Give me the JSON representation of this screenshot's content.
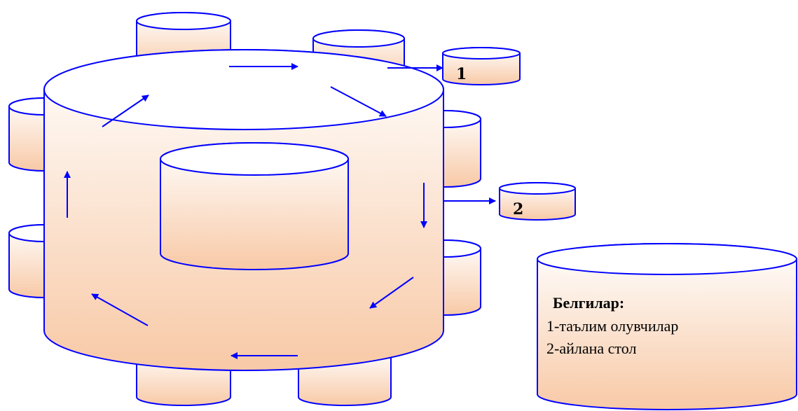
{
  "labels": {
    "marker_1": "1",
    "marker_2": "2"
  },
  "legend": {
    "title": "Белгилар:",
    "items": [
      "1-таълим олувчилар",
      "2-айлана стол"
    ]
  },
  "colors": {
    "stroke": "#0000ff",
    "fill_top": "#ffffff",
    "fill_bottom": "#f8c9a6"
  }
}
